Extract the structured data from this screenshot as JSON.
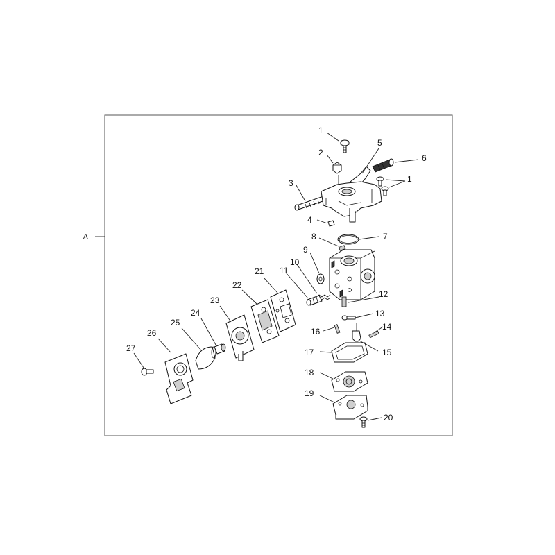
{
  "section_ref": "A",
  "callouts": [
    "1",
    "2",
    "3",
    "4",
    "5",
    "6",
    "1",
    "7",
    "8",
    "9",
    "10",
    "11",
    "12",
    "13",
    "14",
    "15",
    "16",
    "17",
    "18",
    "19",
    "20",
    "21",
    "22",
    "23",
    "24",
    "25",
    "26",
    "27"
  ]
}
